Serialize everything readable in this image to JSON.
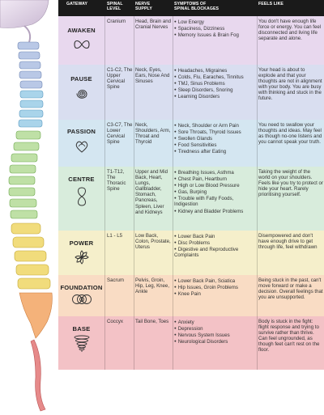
{
  "header": {
    "gateway": "GATEWAY",
    "spinal_level_1": "SPINAL",
    "spinal_level_2": "LEVEL",
    "nerve_supply_1": "NERVE",
    "nerve_supply_2": "SUPPLY",
    "symptoms_1": "SYMPTOMS OF",
    "symptoms_2": "SPINAL BLOCKAGES",
    "feels_like": "FEELS LIKE"
  },
  "rows": [
    {
      "gateway": "AWAKEN",
      "color": "#e8d8ee",
      "icon": "infinity-icon",
      "level": "Cranium",
      "nerve": "Head, Brain and Cranial Nerves",
      "symptoms": [
        "Low Energy",
        "Spaciness, Dizziness",
        "Memory Issues & Brain Fog"
      ],
      "feels": "You don't have enough life force or energy. You can feel disconnected and living life separate and alone."
    },
    {
      "gateway": "PAUSE",
      "color": "#d9def0",
      "icon": "spiral-icon",
      "level": "C1-C2, The Upper Cervical Spine",
      "nerve": "Neck, Eyes, Ears, Nose And Sinuses",
      "symptoms": [
        "Headaches, Migraines",
        "Colds, Flu, Earaches, Tinnitus",
        "TMJ, Sinus Problems",
        "Sleep Disorders, Snoring",
        "Learning Disorders"
      ],
      "feels": "Your head is about to explode and that your thoughts are not in alignment with your body. You are busy with thinking and stuck in the future."
    },
    {
      "gateway": "PASSION",
      "color": "#d4e6f1",
      "icon": "heart-knot-icon",
      "level": "C3-C7, The Lower Cervical Spine",
      "nerve": "Neck, Shoulders, Arm, Throat and Thyroid",
      "symptoms": [
        "Neck, Shoulder or Arm Pain",
        "Sore Throats, Thyroid Issues",
        "Swollen Glands",
        "Food Sensitivities",
        "Tiredness after Eating"
      ],
      "feels": "You need to swallow your thoughts and ideas. May feel as though no-one listens and you cannot speak your truth."
    },
    {
      "gateway": "CENTRE",
      "color": "#d8ecdc",
      "icon": "figure-eight-icon",
      "level": "T1-T12, The Thoracic Spine",
      "nerve": "Upper and Mid Back, Heart, Lungs, Gallbladder, Stomach, Pancreas, Spleen, Liver and Kidneys",
      "symptoms": [
        "Breathing Issues, Asthma",
        "Chest Pain, Heartburn",
        "High or Low Blood Pressure",
        "Gas, Burping",
        "Trouble with Fatty Foods, Indigestion",
        "Kidney and Bladder Problems"
      ],
      "feels": "Taking the weight of the world on your shoulders. Feels like you try to protect or hide your heart. Rarely prioritising yourself."
    },
    {
      "gateway": "POWER",
      "color": "#f5efcb",
      "icon": "flower-icon",
      "level": "L1 - L5",
      "nerve": "Low Back, Colon, Prostate, Uterus",
      "symptoms": [
        "Lower Back Pain",
        "Disc Problems",
        "Digestive and Reproductive Complaints"
      ],
      "feels": "Disempowered and don't have enough drive to get through life, feel withdrawn"
    },
    {
      "gateway": "FOUNDATION",
      "color": "#f9dcc4",
      "icon": "rings-icon",
      "level": "Sacrum",
      "nerve": "Pelvis, Groin, Hip, Leg, Knee, Ankle",
      "symptoms": [
        "Lower Back Pain, Sciatica",
        "Hip Issues, Groin Problems",
        "Knee Pain"
      ],
      "feels": "Being stuck in the past, can't move forward or make a decision. Overall feelings that you are unsupported."
    },
    {
      "gateway": "BASE",
      "color": "#f3c2c6",
      "icon": "tornado-icon",
      "level": "Coccyx",
      "nerve": "Tail Bone, Toes",
      "symptoms": [
        "Anxiety",
        "Depression",
        "Nervous System Issues",
        "Neurological Disorders"
      ],
      "feels": "Body is stuck in the fight: flight response and trying to survive rather than thrive. Can feel ungrounded, as though feet can't rest on the floor."
    }
  ]
}
